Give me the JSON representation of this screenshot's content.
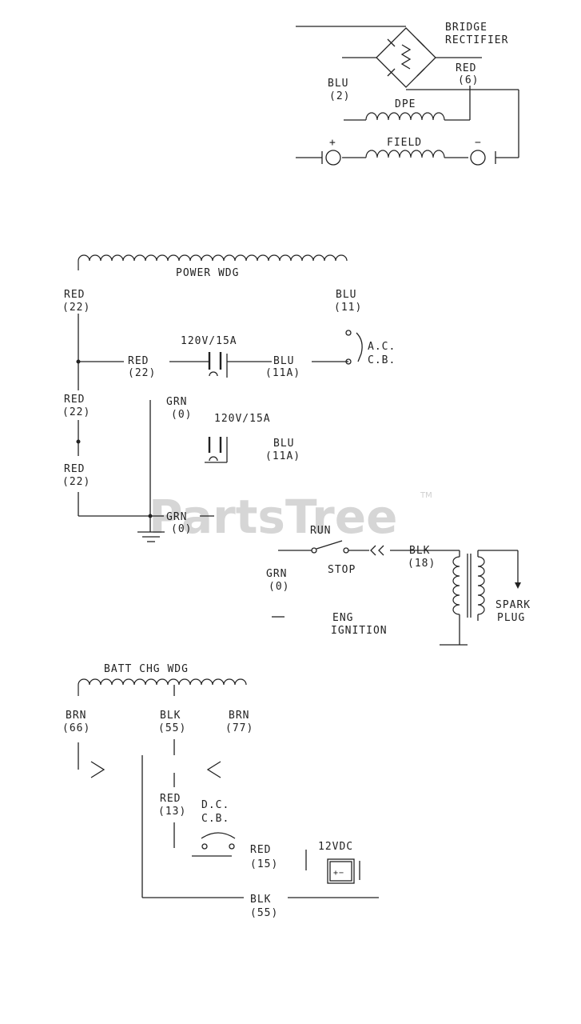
{
  "watermark": {
    "text": "PartsTree",
    "mark": "TM"
  },
  "rectifier": {
    "title_line1": "BRIDGE",
    "title_line2": "RECTIFIER",
    "red_label": "RED",
    "red_num": "(6)",
    "blu_label": "BLU",
    "blu_num": "(2)",
    "dpe_label": "DPE",
    "field_label": "FIELD",
    "plus": "+",
    "minus": "−"
  },
  "power": {
    "winding_label": "POWER WDG",
    "red_top_label": "RED",
    "red_top_num": "(22)",
    "blu_top_label": "BLU",
    "blu_top_num": "(11)",
    "red_mid_label": "RED",
    "red_mid_num": "(22)",
    "outlet1_rating": "120V/15A",
    "blu_mid_label": "BLU",
    "blu_mid_num": "(11A)",
    "cb_line1": "A.C.",
    "cb_line2": "C.B.",
    "red_low_label": "RED",
    "red_low_num": "(22)",
    "grn_top_label": "GRN",
    "grn_top_num": "(0)",
    "outlet2_rating": "120V/15A",
    "blu_low_label": "BLU",
    "blu_low_num": "(11A)",
    "red_bot_label": "RED",
    "red_bot_num": "(22)",
    "grn_bot_label": "GRN",
    "grn_bot_num": "(0)"
  },
  "ignition": {
    "run_label": "RUN",
    "stop_label": "STOP",
    "blk_label": "BLK",
    "blk_num": "(18)",
    "grn_label": "GRN",
    "grn_num": "(0)",
    "eng_line1": "ENG",
    "eng_line2": "IGNITION",
    "plug_line1": "SPARK",
    "plug_line2": "PLUG"
  },
  "battery": {
    "winding_label": "BATT CHG WDG",
    "brn_left_label": "BRN",
    "brn_left_num": "(66)",
    "blk_label": "BLK",
    "blk_num": "(55)",
    "brn_right_label": "BRN",
    "brn_right_num": "(77)",
    "red13_label": "RED",
    "red13_num": "(13)",
    "dc_line1": "D.C.",
    "dc_line2": "C.B.",
    "red15_label": "RED",
    "red15_num": "(15)",
    "vdc_label": "12VDC",
    "blk_bot_label": "BLK",
    "blk_bot_num": "(55)"
  }
}
